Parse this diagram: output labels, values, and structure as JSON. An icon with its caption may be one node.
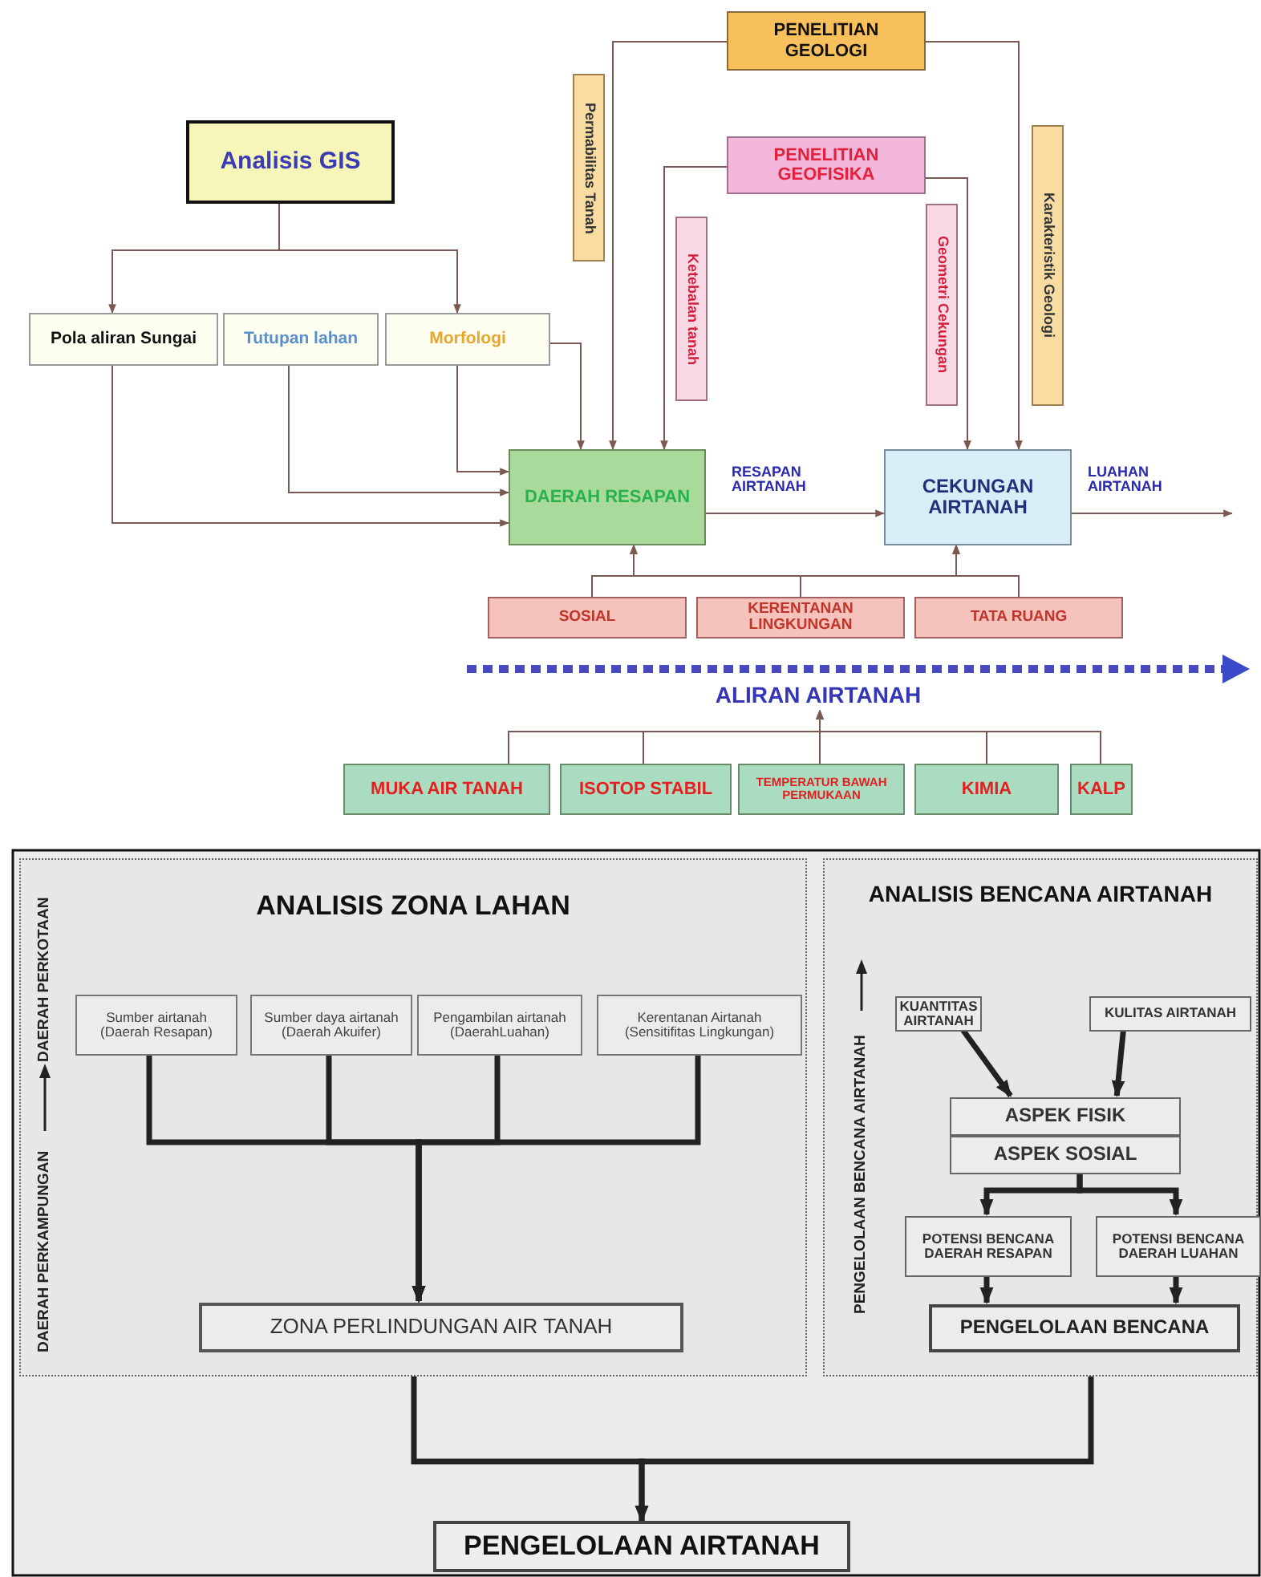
{
  "diagram": {
    "nodes": [
      {
        "text": [
          "Analisis GIS"
        ]
      },
      {
        "text": [
          "Pola aliran Sungai"
        ]
      },
      {
        "text": [
          "Tutupan lahan"
        ]
      },
      {
        "text": [
          "Morfologi"
        ]
      },
      {
        "text": [
          "PENELITIAN GEOLOGI"
        ]
      },
      {
        "text": [
          "Permabilitas Tanah"
        ]
      },
      {
        "text": [
          "PENELITIAN GEOFISIKA"
        ]
      },
      {
        "text": [
          "Ketebalan tanah"
        ]
      },
      {
        "text": [
          "Geometri Cekungan"
        ]
      },
      {
        "text": [
          "Karakteristik Geologi"
        ]
      },
      {
        "text": [
          "DAERAH RESAPAN"
        ]
      },
      {
        "text": [
          "CEKUNGAN AIRTANAH"
        ]
      },
      {
        "text": [
          "SOSIAL"
        ]
      },
      {
        "text": [
          "KERENTANAN LINGKUNGAN"
        ]
      },
      {
        "text": [
          "TATA RUANG"
        ]
      },
      {
        "text": [
          "ALIRAN AIRTANAH"
        ]
      },
      {
        "text": [
          "MUKA AIR TANAH"
        ]
      },
      {
        "text": [
          "ISOTOP STABIL"
        ]
      },
      {
        "text": [
          "TEMPERATUR BAWAH PERMUKAAN"
        ]
      },
      {
        "text": [
          "KIMIA"
        ]
      },
      {
        "text": [
          "KALP"
        ]
      },
      {
        "text": [
          "ANALISIS ZONA LAHAN"
        ]
      },
      {
        "text": [
          "Sumber airtanah (Daerah Resapan)"
        ],
        "in": 21
      },
      {
        "text": [
          "Sumber daya airtanah (Daerah Akuifer)"
        ],
        "in": 21
      },
      {
        "text": [
          "Pengambilan airtanah (DaerahLuahan)"
        ],
        "in": 21
      },
      {
        "text": [
          "Kerentanan Airtanah (Sensitifitas Lingkungan)"
        ],
        "in": 21
      },
      {
        "text": [
          "ZONA PERLINDUNGAN AIR TANAH"
        ],
        "in": 21
      },
      {
        "text": [
          "ANALISIS BENCANA AIRTANAH"
        ]
      },
      {
        "text": [
          "KUANTITAS AIRTANAH"
        ],
        "in": 27
      },
      {
        "text": [
          "KULITAS AIRTANAH"
        ],
        "in": 27
      },
      {
        "text": [
          "ASPEK FISIK"
        ],
        "in": 27
      },
      {
        "text": [
          "ASPEK SOSIAL"
        ],
        "in": 27
      },
      {
        "text": [
          "POTENSI BENCANA DAERAH RESAPAN"
        ],
        "in": 27
      },
      {
        "text": [
          "POTENSI BENCANA DAERAH LUAHAN"
        ],
        "in": 27
      },
      {
        "text": [
          "PENGELOLAAN BENCANA"
        ],
        "in": 27
      },
      {
        "text": [
          "PENGELOLAAN AIRTANAH"
        ]
      }
    ],
    "edges": [
      {
        "from": 0,
        "to": 1,
        "arrow": "to"
      },
      {
        "from": 0,
        "to": 3,
        "arrow": "to"
      },
      {
        "from": 1,
        "to": 10,
        "arrow": "to"
      },
      {
        "from": 2,
        "to": 10,
        "arrow": "to"
      },
      {
        "from": 3,
        "to": 10,
        "arrow": "to"
      },
      {
        "from": 3,
        "to": 10,
        "arrow": "to"
      },
      {
        "from": 4,
        "to": 10,
        "arrow": "to"
      },
      {
        "from": 4,
        "to": 11,
        "arrow": "to"
      },
      {
        "from": 6,
        "to": 10,
        "arrow": "to"
      },
      {
        "from": 6,
        "to": 11,
        "arrow": "to"
      },
      {
        "from": 10,
        "to": 11,
        "arrow": "to",
        "label": "RESAPAN AIRTANAH"
      },
      {
        "from": 11,
        "to": null,
        "arrow": "to",
        "label": "LUAHAN AIRTANAH"
      },
      {
        "from": 12,
        "to": 10,
        "arrow": "to"
      },
      {
        "from": 12,
        "to": 11,
        "arrow": "to"
      },
      {
        "from": 13,
        "to": 10,
        "arrow": "to"
      },
      {
        "from": 13,
        "to": 11,
        "arrow": "to"
      },
      {
        "from": 14,
        "to": 10,
        "arrow": "to"
      },
      {
        "from": 14,
        "to": 11,
        "arrow": "to"
      },
      {
        "from": 16,
        "to": 15,
        "arrow": "to"
      },
      {
        "from": 17,
        "to": 15,
        "arrow": "to"
      },
      {
        "from": 18,
        "to": 15,
        "arrow": "to"
      },
      {
        "from": 19,
        "to": 15,
        "arrow": "to"
      },
      {
        "from": 20,
        "to": 15,
        "arrow": "to"
      },
      {
        "from": 22,
        "to": 26,
        "arrow": "to",
        "style": "thick",
        "color": "#222222"
      },
      {
        "from": 23,
        "to": 26,
        "arrow": "to",
        "style": "thick",
        "color": "#222222"
      },
      {
        "from": 24,
        "to": 26,
        "arrow": "to",
        "style": "thick",
        "color": "#222222"
      },
      {
        "from": 25,
        "to": 26,
        "arrow": "to",
        "style": "thick",
        "color": "#222222"
      },
      {
        "from": 28,
        "to": 30,
        "arrow": "to",
        "style": "thick",
        "color": "#222222"
      },
      {
        "from": 29,
        "to": 30,
        "arrow": "to",
        "style": "thick",
        "color": "#222222"
      },
      {
        "from": 31,
        "to": 32,
        "arrow": "to",
        "style": "thick",
        "color": "#222222"
      },
      {
        "from": 31,
        "to": 33,
        "arrow": "to",
        "style": "thick",
        "color": "#222222"
      },
      {
        "from": 32,
        "to": 34,
        "arrow": "to",
        "style": "thick",
        "color": "#222222"
      },
      {
        "from": 33,
        "to": 34,
        "arrow": "to",
        "style": "thick",
        "color": "#222222"
      },
      {
        "from": 21,
        "to": 35,
        "arrow": "to",
        "style": "thick",
        "color": "#222222"
      },
      {
        "from": 27,
        "to": 35,
        "arrow": "to",
        "style": "thick",
        "color": "#222222"
      }
    ],
    "labels": [
      "DAERAH PERKAMPUNGAN",
      "DAERAH PERKOTAAN",
      "PENGELOLAAN BENCANA AIRTANAH"
    ]
  }
}
